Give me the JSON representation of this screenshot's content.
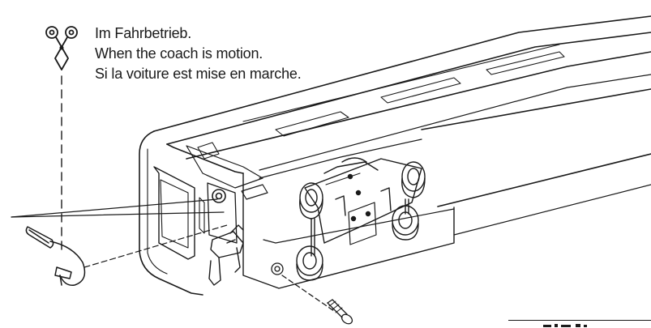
{
  "caption": {
    "lines": [
      "Im Fahrbetrieb.",
      "When the coach is motion.",
      "Si la voiture est mise en marche."
    ]
  },
  "icons": {
    "cut_marker": "scissors-icon"
  },
  "colors": {
    "ink": "#1a1a1a",
    "background": "#ffffff"
  }
}
